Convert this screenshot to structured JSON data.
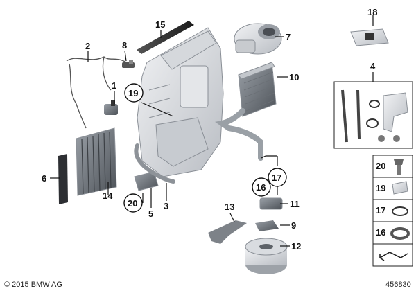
{
  "callouts": {
    "c1": "1",
    "c2": "2",
    "c3": "3",
    "c4": "4",
    "c5": "5",
    "c6": "6",
    "c7": "7",
    "c8": "8",
    "c9": "9",
    "c10": "10",
    "c11": "11",
    "c12": "12",
    "c13": "13",
    "c14": "14",
    "c15": "15",
    "c16": "16",
    "c17": "17",
    "c18": "18",
    "c19": "19",
    "c20": "20"
  },
  "legend": [
    {
      "number": "20",
      "icon": "screw-icon"
    },
    {
      "number": "19",
      "icon": "clip-icon"
    },
    {
      "number": "17",
      "icon": "o-ring-icon"
    },
    {
      "number": "16",
      "icon": "sealing-ring-icon"
    },
    {
      "number": "",
      "icon": "arrow-icon"
    }
  ],
  "footer": {
    "copyright": "© 2015 BMW AG",
    "diagram_number": "456830"
  }
}
